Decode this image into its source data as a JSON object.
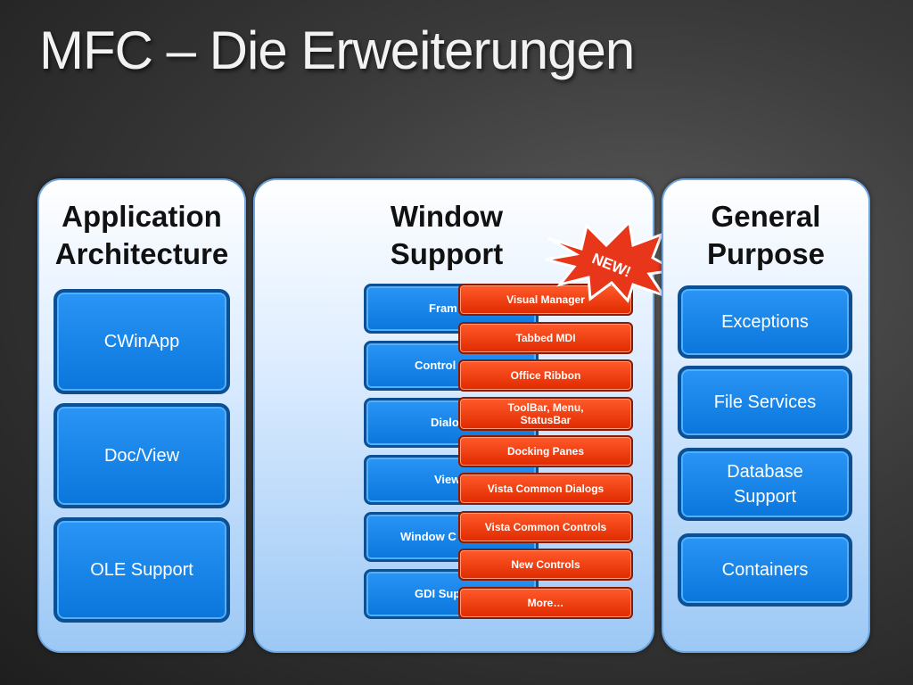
{
  "slide": {
    "title": "MFC – Die Erweiterungen"
  },
  "panels": {
    "app": {
      "heading": "Application\nArchitecture",
      "items": [
        "CWinApp",
        "Doc/View",
        "OLE Support"
      ]
    },
    "window": {
      "heading": "Window\nSupport",
      "items": [
        "Fram",
        "Control",
        "Dialo",
        "View",
        "Window C",
        "GDI Sup"
      ],
      "new_items": [
        "Visual Manager",
        "Tabbed MDI",
        "Office Ribbon",
        "ToolBar, Menu,\nStatusBar",
        "Docking Panes",
        "Vista Common Dialogs",
        "Vista Common Controls",
        "New Controls",
        "More…"
      ],
      "badge": "NEW!"
    },
    "general": {
      "heading": "General\nPurpose",
      "items": [
        "Exceptions",
        "File Services",
        "Database\nSupport",
        "Containers"
      ]
    }
  },
  "colors": {
    "box_blue": "#0a76dc",
    "box_border": "#0d4f93",
    "new_red": "#e02a00",
    "badge_red": "#e8361a",
    "panel_top": "#ffffff",
    "panel_bottom": "#9cc8f5"
  }
}
